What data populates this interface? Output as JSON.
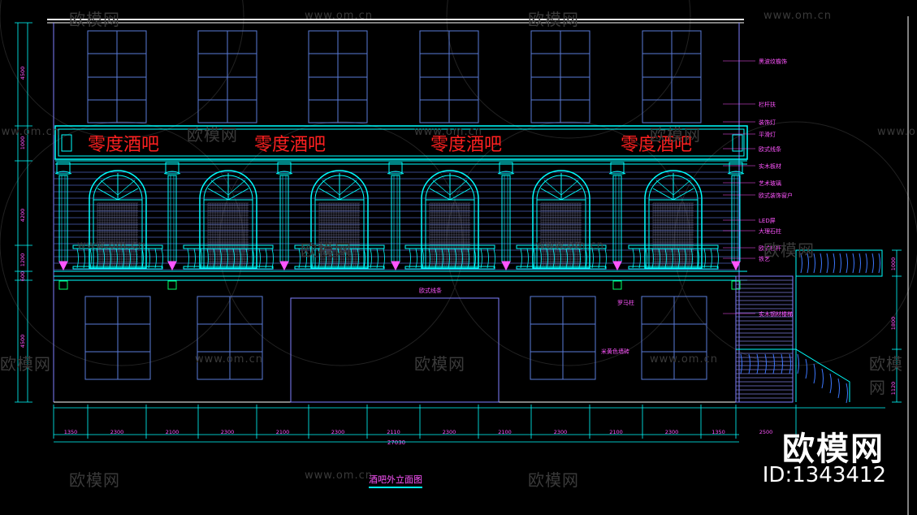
{
  "drawing": {
    "sign_text": "零度酒吧",
    "title": "酒吧外立面图",
    "total_dimension": "27030",
    "bay_dimensions": [
      "1350",
      "2300",
      "2100",
      "2300",
      "2100",
      "2300",
      "2110",
      "2300",
      "2100",
      "2300",
      "2100",
      "2300",
      "1350",
      "2500"
    ],
    "height_dimensions_left": [
      "4500",
      "1000",
      "4200",
      "1200",
      "600",
      "4500"
    ],
    "height_dimensions_right": [
      "1000",
      "1800",
      "1120"
    ],
    "annotations": [
      "黑波纹檐饰",
      "栏杆扶",
      "装饰灯",
      "平滑灯",
      "欧式线条",
      "实木板材",
      "艺术玻璃",
      "欧式装饰窗户",
      "LED屏",
      "大理石柱",
      "欧式栏杆",
      "铁艺",
      "实木钢材楼梯"
    ],
    "bottom_annotations": [
      "欧式线条",
      "罗马柱",
      "米黄色墙砖"
    ]
  },
  "watermark": {
    "brand": "欧模网",
    "url": "www.om.cn",
    "id": "ID:1343412"
  },
  "colors": {
    "background": "#000000",
    "building": "#8080ff",
    "structure": "#00ffff",
    "sign": "#ff2020",
    "dimension": "#00ffff",
    "annotation": "#ff55ff",
    "column": "#ff55ff",
    "window": "#5a7bd8"
  }
}
